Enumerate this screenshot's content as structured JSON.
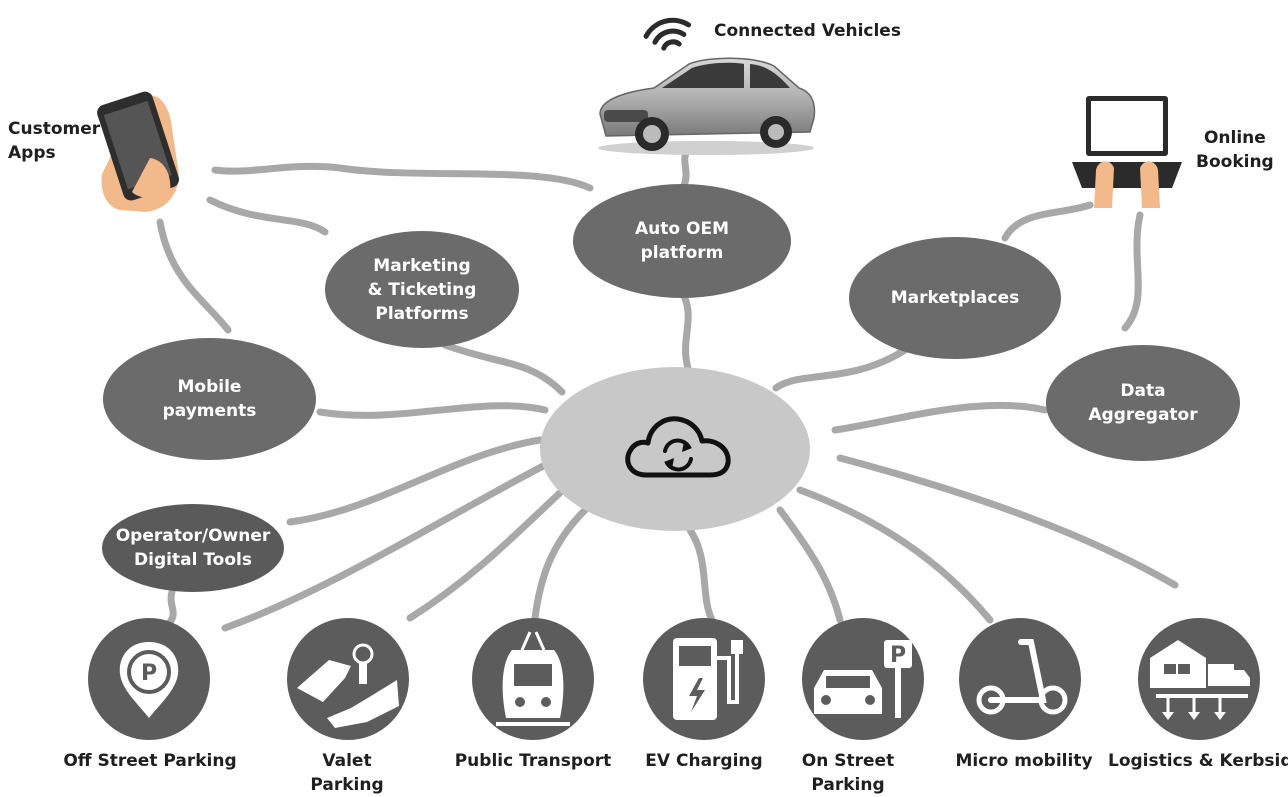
{
  "top_labels": {
    "connected_vehicles": "Connected Vehicles",
    "customer_apps": "Customer\nApps",
    "online_booking": "Online\nBooking"
  },
  "nodes": {
    "auto_oem": "Auto OEM\nplatform",
    "marketing": "Marketing\n& Ticketing\nPlatforms",
    "marketplaces": "Marketplaces",
    "mobile_payments": "Mobile\npayments",
    "data_aggregator": "Data\nAggregator",
    "operator_tools": "Operator/Owner\nDigital Tools"
  },
  "bottom_items": [
    {
      "label": "Off Street Parking",
      "icon": "parking-pin-icon"
    },
    {
      "label": "Valet\nParking",
      "icon": "key-handover-icon"
    },
    {
      "label": "Public Transport",
      "icon": "train-icon"
    },
    {
      "label": "EV Charging",
      "icon": "ev-charger-icon"
    },
    {
      "label": "On Street\nParking",
      "icon": "car-parking-sign-icon"
    },
    {
      "label": "Micro mobility",
      "icon": "scooter-icon"
    },
    {
      "label": "Logistics & Kerbside",
      "icon": "warehouse-truck-icon"
    }
  ],
  "hub_icon": "cloud-sync-icon",
  "colors": {
    "node": "#6b6b6b",
    "hub": "#c8c8c8",
    "circle": "#5c5c5c",
    "connector": "#a8a8a8"
  }
}
